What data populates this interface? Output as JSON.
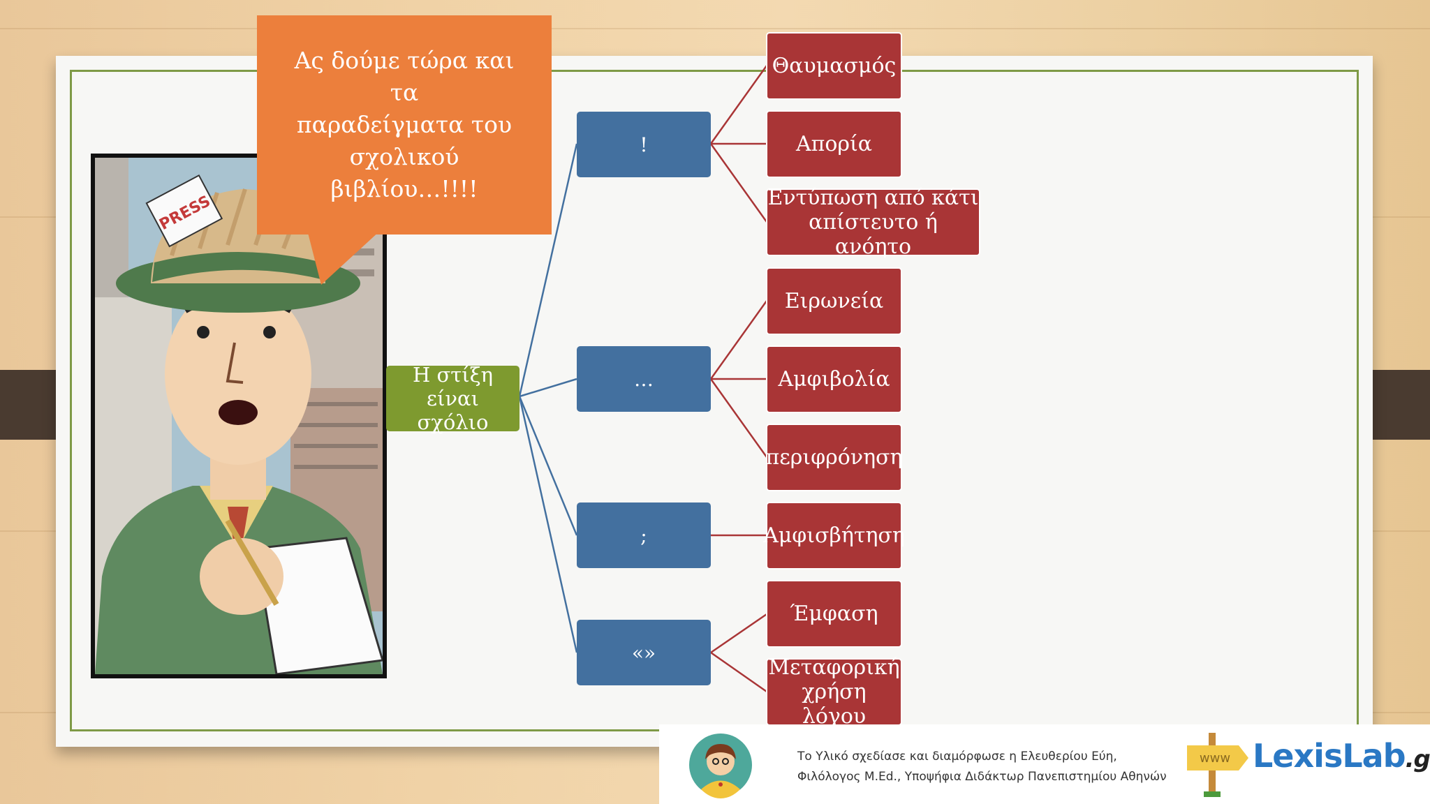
{
  "callout": {
    "lines": [
      "Ας δούμε τώρα και τα",
      "παραδείγματα του",
      "σχολικού βιβλίου…!!!!"
    ]
  },
  "comic": {
    "badge": "PRESS"
  },
  "root": {
    "lines": [
      "Η στίξη είναι",
      "σχόλιο"
    ]
  },
  "punctuation": [
    {
      "symbol": "!",
      "meanings": [
        [
          "Θαυμασμός"
        ],
        [
          "Απορία"
        ],
        [
          "Εντύπωση από κάτι",
          "απίστευτο ή ανόητο"
        ]
      ]
    },
    {
      "symbol": "…",
      "meanings": [
        [
          "Ειρωνεία"
        ],
        [
          "Αμφιβολία"
        ],
        [
          "περιφρόνηση"
        ]
      ]
    },
    {
      "symbol": ";",
      "meanings": [
        [
          "Αμφισβήτηση"
        ]
      ]
    },
    {
      "symbol": "«»",
      "meanings": [
        [
          "Έμφαση"
        ],
        [
          "Μεταφορική",
          "χρήση λόγου"
        ]
      ]
    }
  ],
  "footer": {
    "credit_line1": "Το Υλικό σχεδίασε και διαμόρφωσε η Ελευθερίου Εύη,",
    "credit_line2": "Φιλόλογος M.Ed., Υποψήφια Διδάκτωρ Πανεπιστημίου Αθηνών",
    "signpost": "www",
    "logo_main": "LexisLab",
    "logo_suffix": ".gr"
  },
  "colors": {
    "root": "#7e9a2f",
    "symbol": "#43709f",
    "meaning": "#a93536",
    "callout": "#ec7f3c",
    "frame": "#7e9a46",
    "logo": "#2a78c4"
  }
}
